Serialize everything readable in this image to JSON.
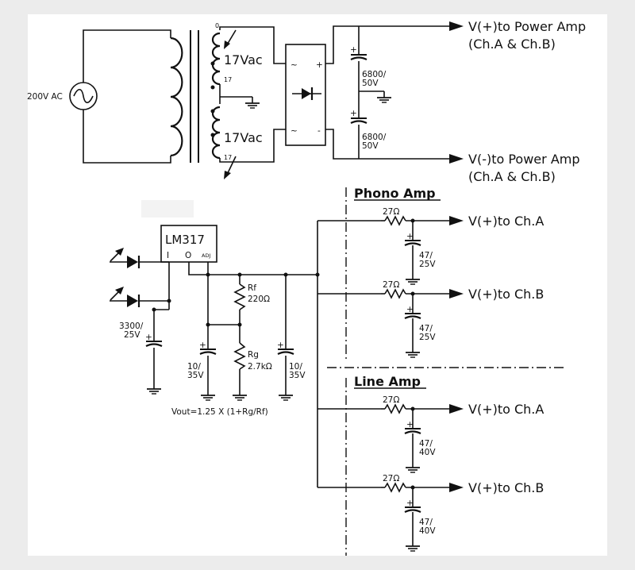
{
  "transformer": {
    "source_label": "200V AC",
    "tap_top": "0",
    "tap_mid": "17",
    "tap_bot": "17",
    "secondary_top": "17Vac",
    "secondary_bot": "17Vac"
  },
  "rectifier": {
    "ac1": "~",
    "ac2": "~",
    "plus": "+",
    "minus": "-"
  },
  "filter_caps": {
    "top": [
      "6800/",
      "50V"
    ],
    "bot": [
      "6800/",
      "50V"
    ],
    "plus": "+"
  },
  "outputs_power": {
    "pos": [
      "V(+)to  Power Amp",
      "(Ch.A & Ch.B)"
    ],
    "neg": [
      "V(-)to  Power Amp",
      "(Ch.A & Ch.B)"
    ]
  },
  "regulator": {
    "name": "LM317",
    "pin_i": "I",
    "pin_o": "O",
    "pin_adj": "ADJ",
    "input_cap": [
      "3300/",
      "25V"
    ],
    "rf_name": "Rf",
    "rf_value": "220Ω",
    "rg_name": "Rg",
    "rg_value": "2.7kΩ",
    "cap_adj": [
      "10/",
      "35V"
    ],
    "cap_out": [
      "10/",
      "35V"
    ],
    "formula": "Vout=1.25 X (1+Rg/Rf)"
  },
  "phono": {
    "title": "Phono Amp",
    "r_value": "27Ω",
    "cap": [
      "47/",
      "25V"
    ],
    "out_a": "V(+)to   Ch.A",
    "out_b": "V(+)to   Ch.B"
  },
  "line": {
    "title": "Line Amp",
    "r_value": "27Ω",
    "cap": [
      "47/",
      "40V"
    ],
    "out_a": "V(+)to   Ch.A",
    "out_b": "V(+)to   Ch.B"
  },
  "cap_plus": "+"
}
